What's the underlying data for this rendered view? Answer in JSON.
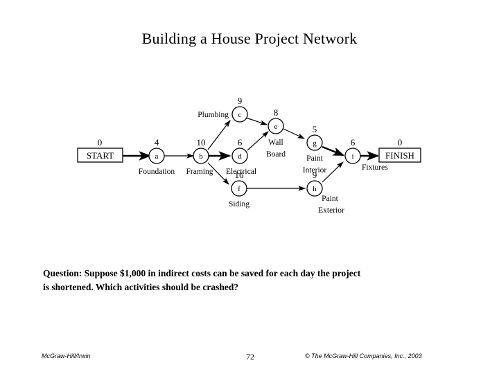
{
  "slide": {
    "title": "Building a House Project Network"
  },
  "diagram": {
    "start": {
      "id": "start",
      "text": "START",
      "duration": "0"
    },
    "finish": {
      "id": "finish",
      "text": "FINISH",
      "duration": "0"
    },
    "nodes": [
      {
        "id": "a",
        "letter": "a",
        "duration": "4",
        "label": "Foundation",
        "label_pos": "below"
      },
      {
        "id": "b",
        "letter": "b",
        "duration": "10",
        "label": "Framing",
        "label_pos": "below"
      },
      {
        "id": "c",
        "letter": "c",
        "duration": "9",
        "label": "Plumbing",
        "label_pos": "left"
      },
      {
        "id": "d",
        "letter": "d",
        "duration": "6",
        "label": "Electrical",
        "label_pos": "below"
      },
      {
        "id": "e",
        "letter": "e",
        "duration": "8",
        "label": "Wall Board",
        "label_line1": "Wall",
        "label_line2": "Board",
        "label_pos": "below"
      },
      {
        "id": "f",
        "letter": "f",
        "duration": "16",
        "label": "Siding",
        "label_pos": "below"
      },
      {
        "id": "g",
        "letter": "g",
        "duration": "5",
        "label": "Paint Interior",
        "label_line1": "Paint",
        "label_line2": "Interior",
        "label_pos": "below"
      },
      {
        "id": "h",
        "letter": "h",
        "duration": "9",
        "label": "Paint Exterior",
        "label_line1": "Paint",
        "label_line2": "Exterior",
        "label_pos": "below"
      },
      {
        "id": "i",
        "letter": "i",
        "duration": "6",
        "label": "Fixtures",
        "label_pos": "below-right"
      }
    ],
    "edges": [
      {
        "from": "start",
        "to": "a",
        "weight": "bold"
      },
      {
        "from": "a",
        "to": "b",
        "weight": "thin"
      },
      {
        "from": "b",
        "to": "c",
        "weight": "thin"
      },
      {
        "from": "b",
        "to": "d",
        "weight": "bold"
      },
      {
        "from": "b",
        "to": "f",
        "weight": "thin"
      },
      {
        "from": "c",
        "to": "e",
        "weight": "thin"
      },
      {
        "from": "d",
        "to": "e",
        "weight": "thin"
      },
      {
        "from": "e",
        "to": "g",
        "weight": "thin"
      },
      {
        "from": "g",
        "to": "i",
        "weight": "bold"
      },
      {
        "from": "f",
        "to": "h",
        "weight": "thin"
      },
      {
        "from": "h",
        "to": "i",
        "weight": "thin"
      },
      {
        "from": "i",
        "to": "finish",
        "weight": "bold"
      }
    ]
  },
  "question": {
    "line1": "Question: Suppose $1,000 in indirect costs can be saved for each day the project",
    "line2": "is shortened. Which activities should be crashed?"
  },
  "footer": {
    "left": "McGraw-Hill/Irwin",
    "page": "72",
    "right": "© The McGraw-Hill Companies, Inc., 2003"
  }
}
